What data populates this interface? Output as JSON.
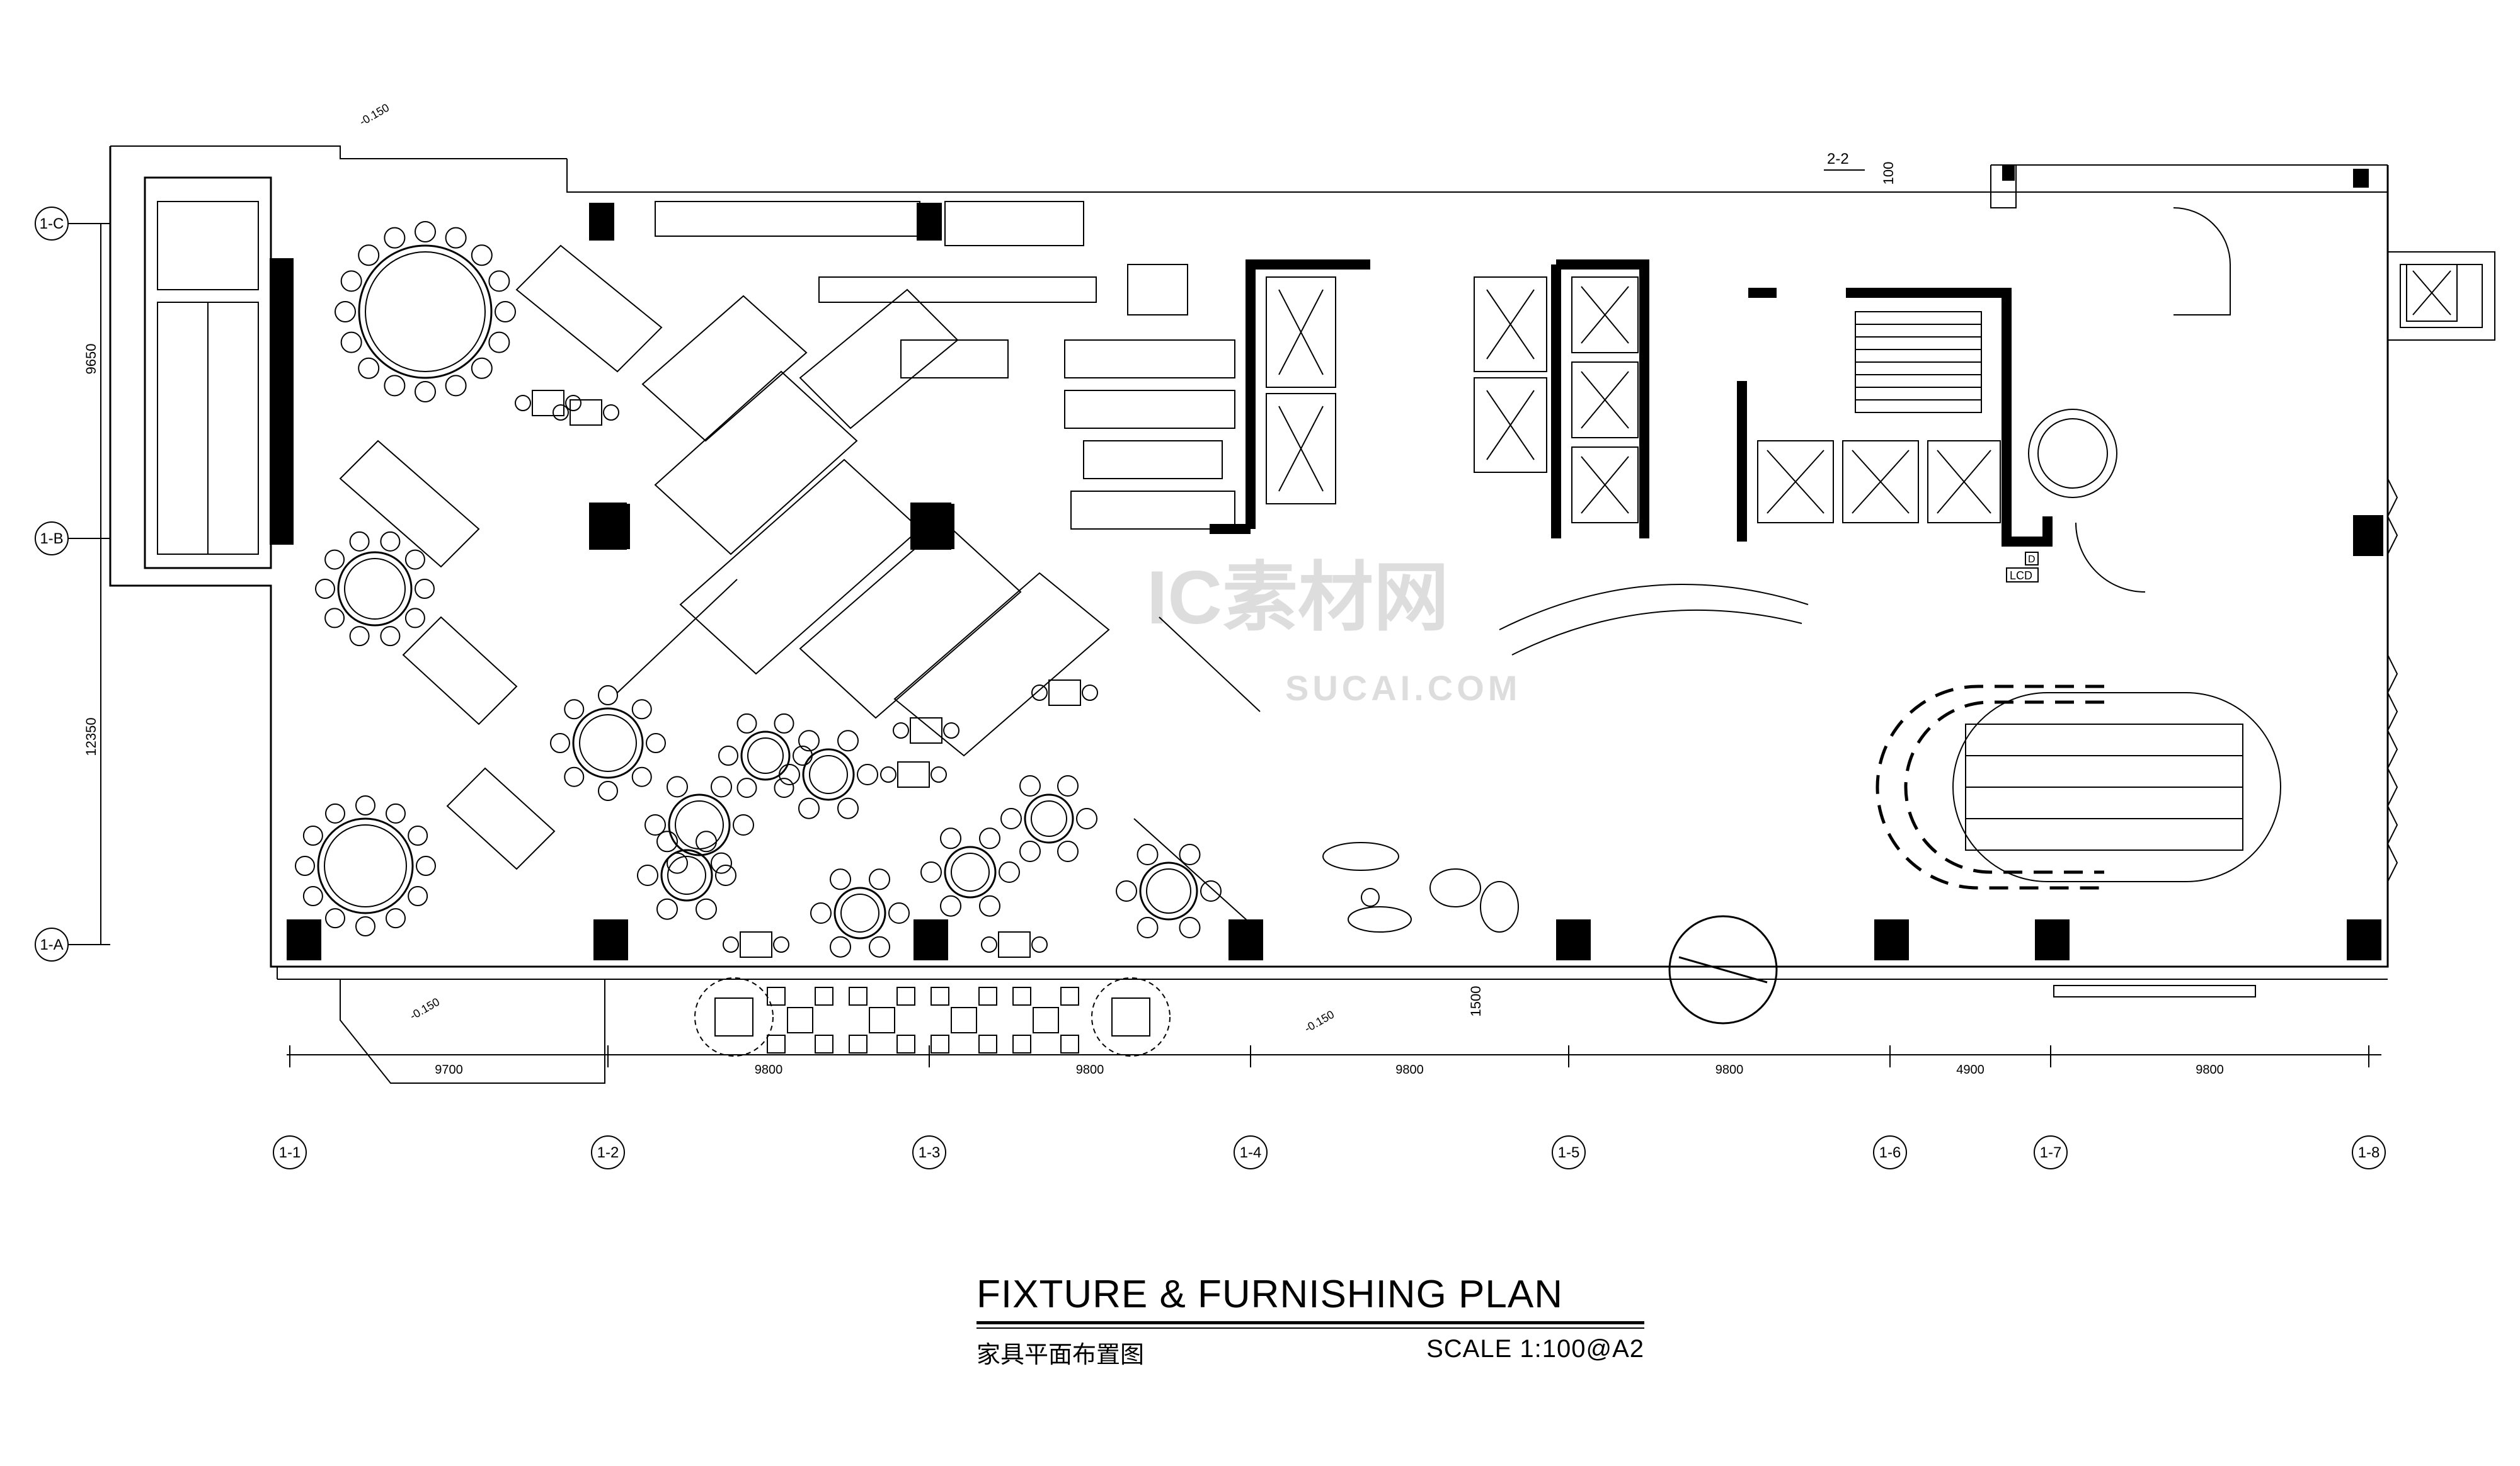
{
  "drawing": {
    "title": "FIXTURE & FURNISHING PLAN",
    "title_cn": "家具平面布置图",
    "scale": "SCALE  1:100@A2"
  },
  "grid_rows": [
    "1-C",
    "1-B",
    "1-A"
  ],
  "grid_columns": [
    "1-1",
    "1-2",
    "1-3",
    "1-4",
    "1-5",
    "1-6",
    "1-7",
    "1-8"
  ],
  "horizontal_dimensions": [
    "9700",
    "9800",
    "9800",
    "9800",
    "9800",
    "4900",
    "9800"
  ],
  "vertical_dimensions": [
    "9650",
    "12350"
  ],
  "misc_dimensions": [
    "1500",
    "100"
  ],
  "section_marks": [
    "2-2"
  ],
  "level_marks": [
    "-0.150",
    "-0.150",
    "-0.150"
  ],
  "equipment_labels": [
    "LCD",
    "D"
  ],
  "watermark": {
    "main": "IC素材网",
    "url": "SUCAI.COM"
  }
}
